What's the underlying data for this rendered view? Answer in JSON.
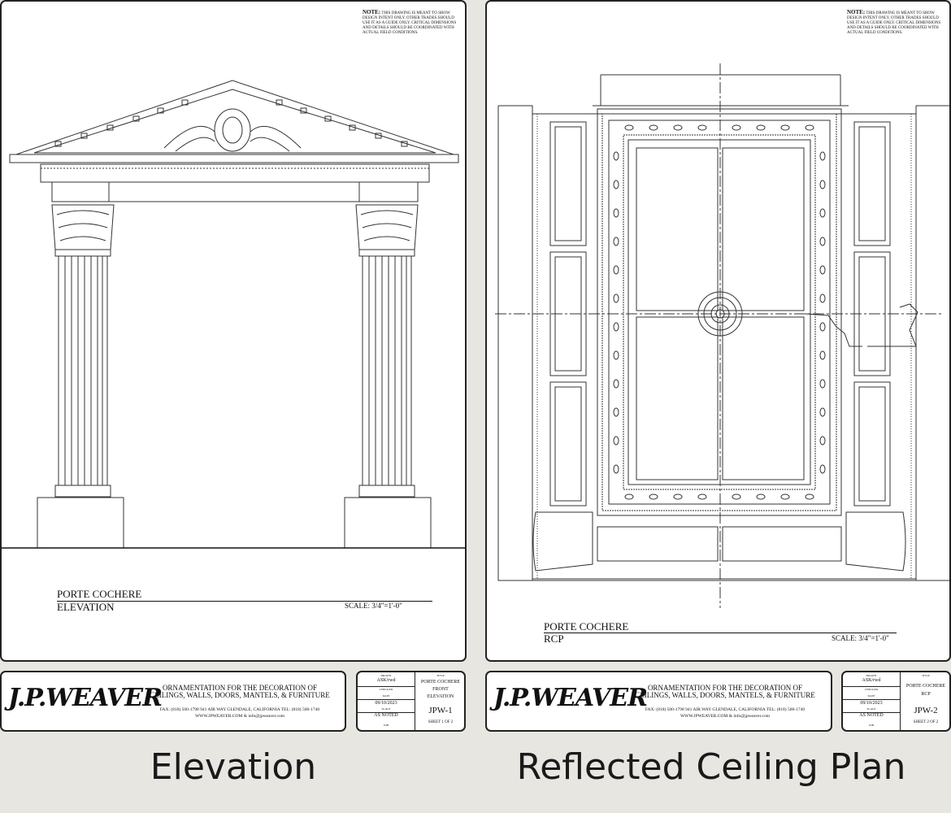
{
  "note": {
    "heading": "NOTE:",
    "text": "This drawing is meant to show design intent only. Other trades should use it as a guide only. Critical dimensions and details should be coordinated with actual field conditions."
  },
  "left_sheet": {
    "title": "PORTE COCHERE",
    "subtitle": "ELEVATION",
    "scale": "SCALE: 3/4\"=1'-0\""
  },
  "right_sheet": {
    "title": "PORTE COCHERE",
    "subtitle": "RCP",
    "scale": "SCALE: 3/4\"=1'-0\""
  },
  "company": {
    "logo": "J.P.WEAVER",
    "headline_1": "ORNAMENTATION FOR THE DECORATION OF",
    "headline_2": "CEILINGS, WALLS, DOORS, MANTELS, & FURNITURE",
    "contact_1": "FAX: (818) 500-1798     941 AIR WAY    GLENDALE, CALIFORNIA    TEL: (818) 500-1740",
    "contact_2": "WWW.JPWEAVER.COM  &  info@jpweaver.com"
  },
  "left_info": {
    "drawn_label": "DRAWN",
    "drawn": "ASK/rwd",
    "checked_label": "CHECKED",
    "date_label": "DATE",
    "date": "09/10/2023",
    "scale_label": "SCALE",
    "scale": "AS NOTED",
    "job_label": "JOB",
    "title_label": "TITLE",
    "title_1": "PORTE COCHERE",
    "title_2": "FRONT",
    "title_3": "ELEVATION",
    "sheet_no": "JPW-1",
    "sheet_of": "SHEET 1 OF 2"
  },
  "right_info": {
    "drawn_label": "DRAWN",
    "drawn": "ASK/rwd",
    "checked_label": "CHECKED",
    "date_label": "DATE",
    "date": "09/10/2023",
    "scale_label": "SCALE",
    "scale": "AS NOTED",
    "job_label": "JOB",
    "title_label": "TITLE",
    "title_1": "PORTE COCHERE",
    "title_2": "RCP",
    "sheet_no": "JPW-2",
    "sheet_of": "SHEET 2 OF 2"
  },
  "labels": {
    "left": "Elevation",
    "right": "Reflected Ceiling Plan"
  }
}
